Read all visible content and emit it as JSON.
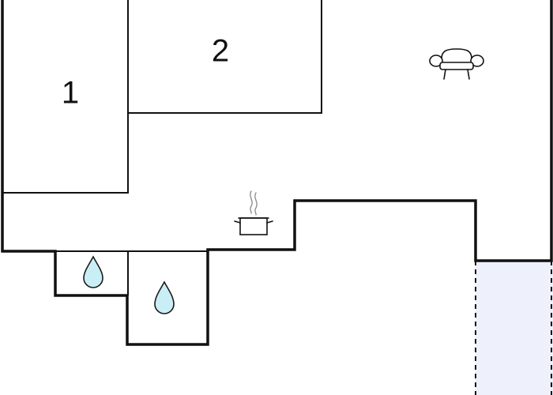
{
  "floorplan": {
    "rooms": [
      {
        "label": "1",
        "kind": "bedroom"
      },
      {
        "label": "2",
        "kind": "bedroom"
      }
    ],
    "icons": {
      "living": "sofa-icon",
      "kitchen": "cooking-pot-icon",
      "bathroom_1": "water-drop-icon",
      "bathroom_2": "water-drop-icon"
    },
    "colors": {
      "wall": "#111111",
      "terrace": "#eef0fb",
      "water": "#c9eef6",
      "water_stroke": "#1a1a1a"
    }
  }
}
